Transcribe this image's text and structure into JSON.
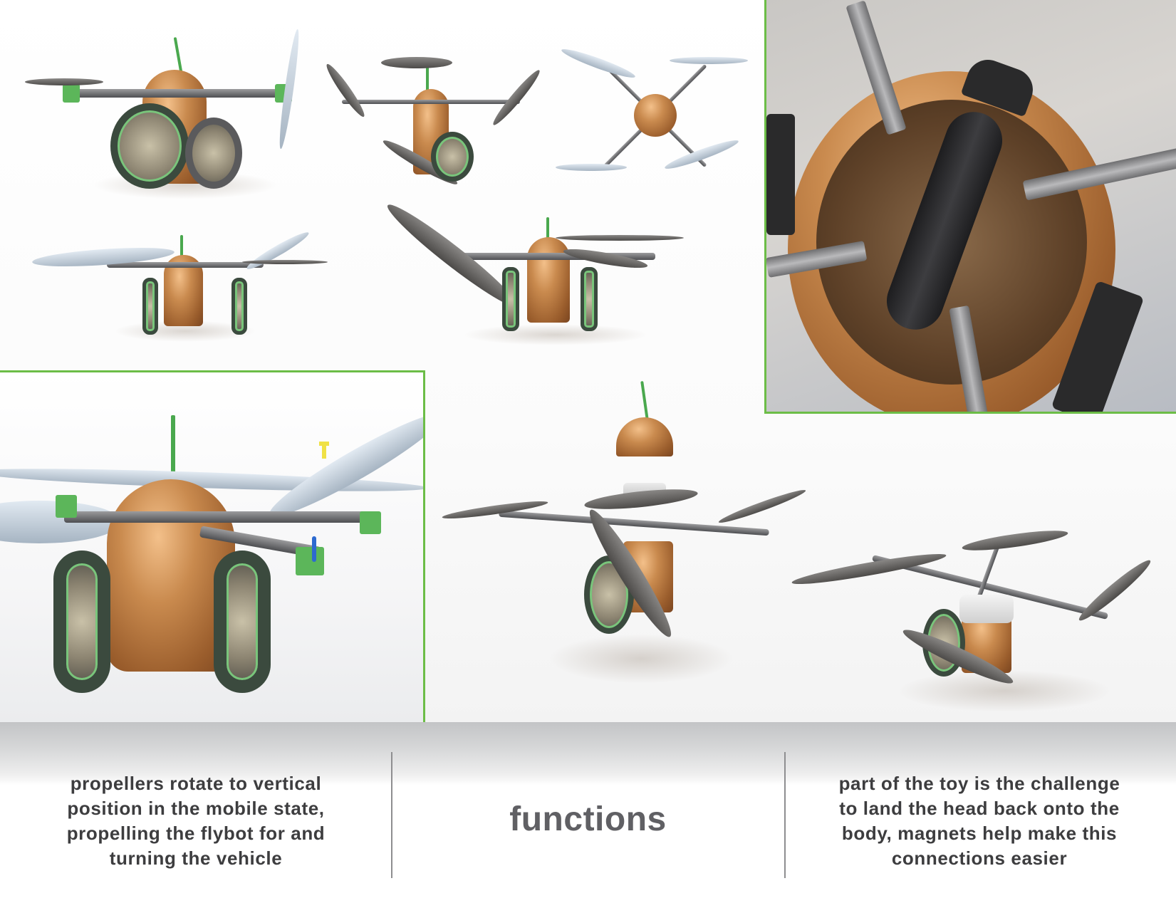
{
  "board": {
    "title": "functions",
    "captions": {
      "left": "propellers rotate to vertical position in the mobile state, propelling the flybot for and turning the vehicle",
      "right": "part of the toy is the challenge to land the head back onto the body, magnets help make this connections easier"
    },
    "caption_lines": {
      "left": [
        "propellers rotate to vertical",
        "position in the mobile state,",
        "propelling the flybot for and",
        "turning the vehicle"
      ],
      "right": [
        "part of the toy is the challenge",
        "to land the head back onto the",
        "body, magnets help make this",
        "connections easier"
      ]
    }
  },
  "renders": [
    {
      "id": "side-view-mobile",
      "description": "flybot side view, wheel forward, one propeller vertical"
    },
    {
      "id": "front-perspective",
      "description": "flybot front 3/4 view with four propellers"
    },
    {
      "id": "top-view",
      "description": "flybot top view, X-frame quadcopter"
    },
    {
      "id": "front-view-light-props",
      "description": "flybot front view with light propellers"
    },
    {
      "id": "front-view-rotating-prop",
      "description": "flybot front view with one propeller rotating"
    },
    {
      "id": "detail-front-closeup",
      "description": "framed close-up of flybot front"
    },
    {
      "id": "detail-top-inside",
      "description": "framed top view inside wooden body showing wheel"
    },
    {
      "id": "exploded-head",
      "description": "exploded view: head, magnet disc, body"
    },
    {
      "id": "assembled-no-head",
      "description": "flybot with magnet cap, head removed"
    }
  ],
  "colors": {
    "frame_green": "#6cbd47",
    "band_gray": "#c3c4c6",
    "caption_text": "#3d3d3f",
    "title_text": "#606064",
    "separator": "#8e8e90"
  }
}
